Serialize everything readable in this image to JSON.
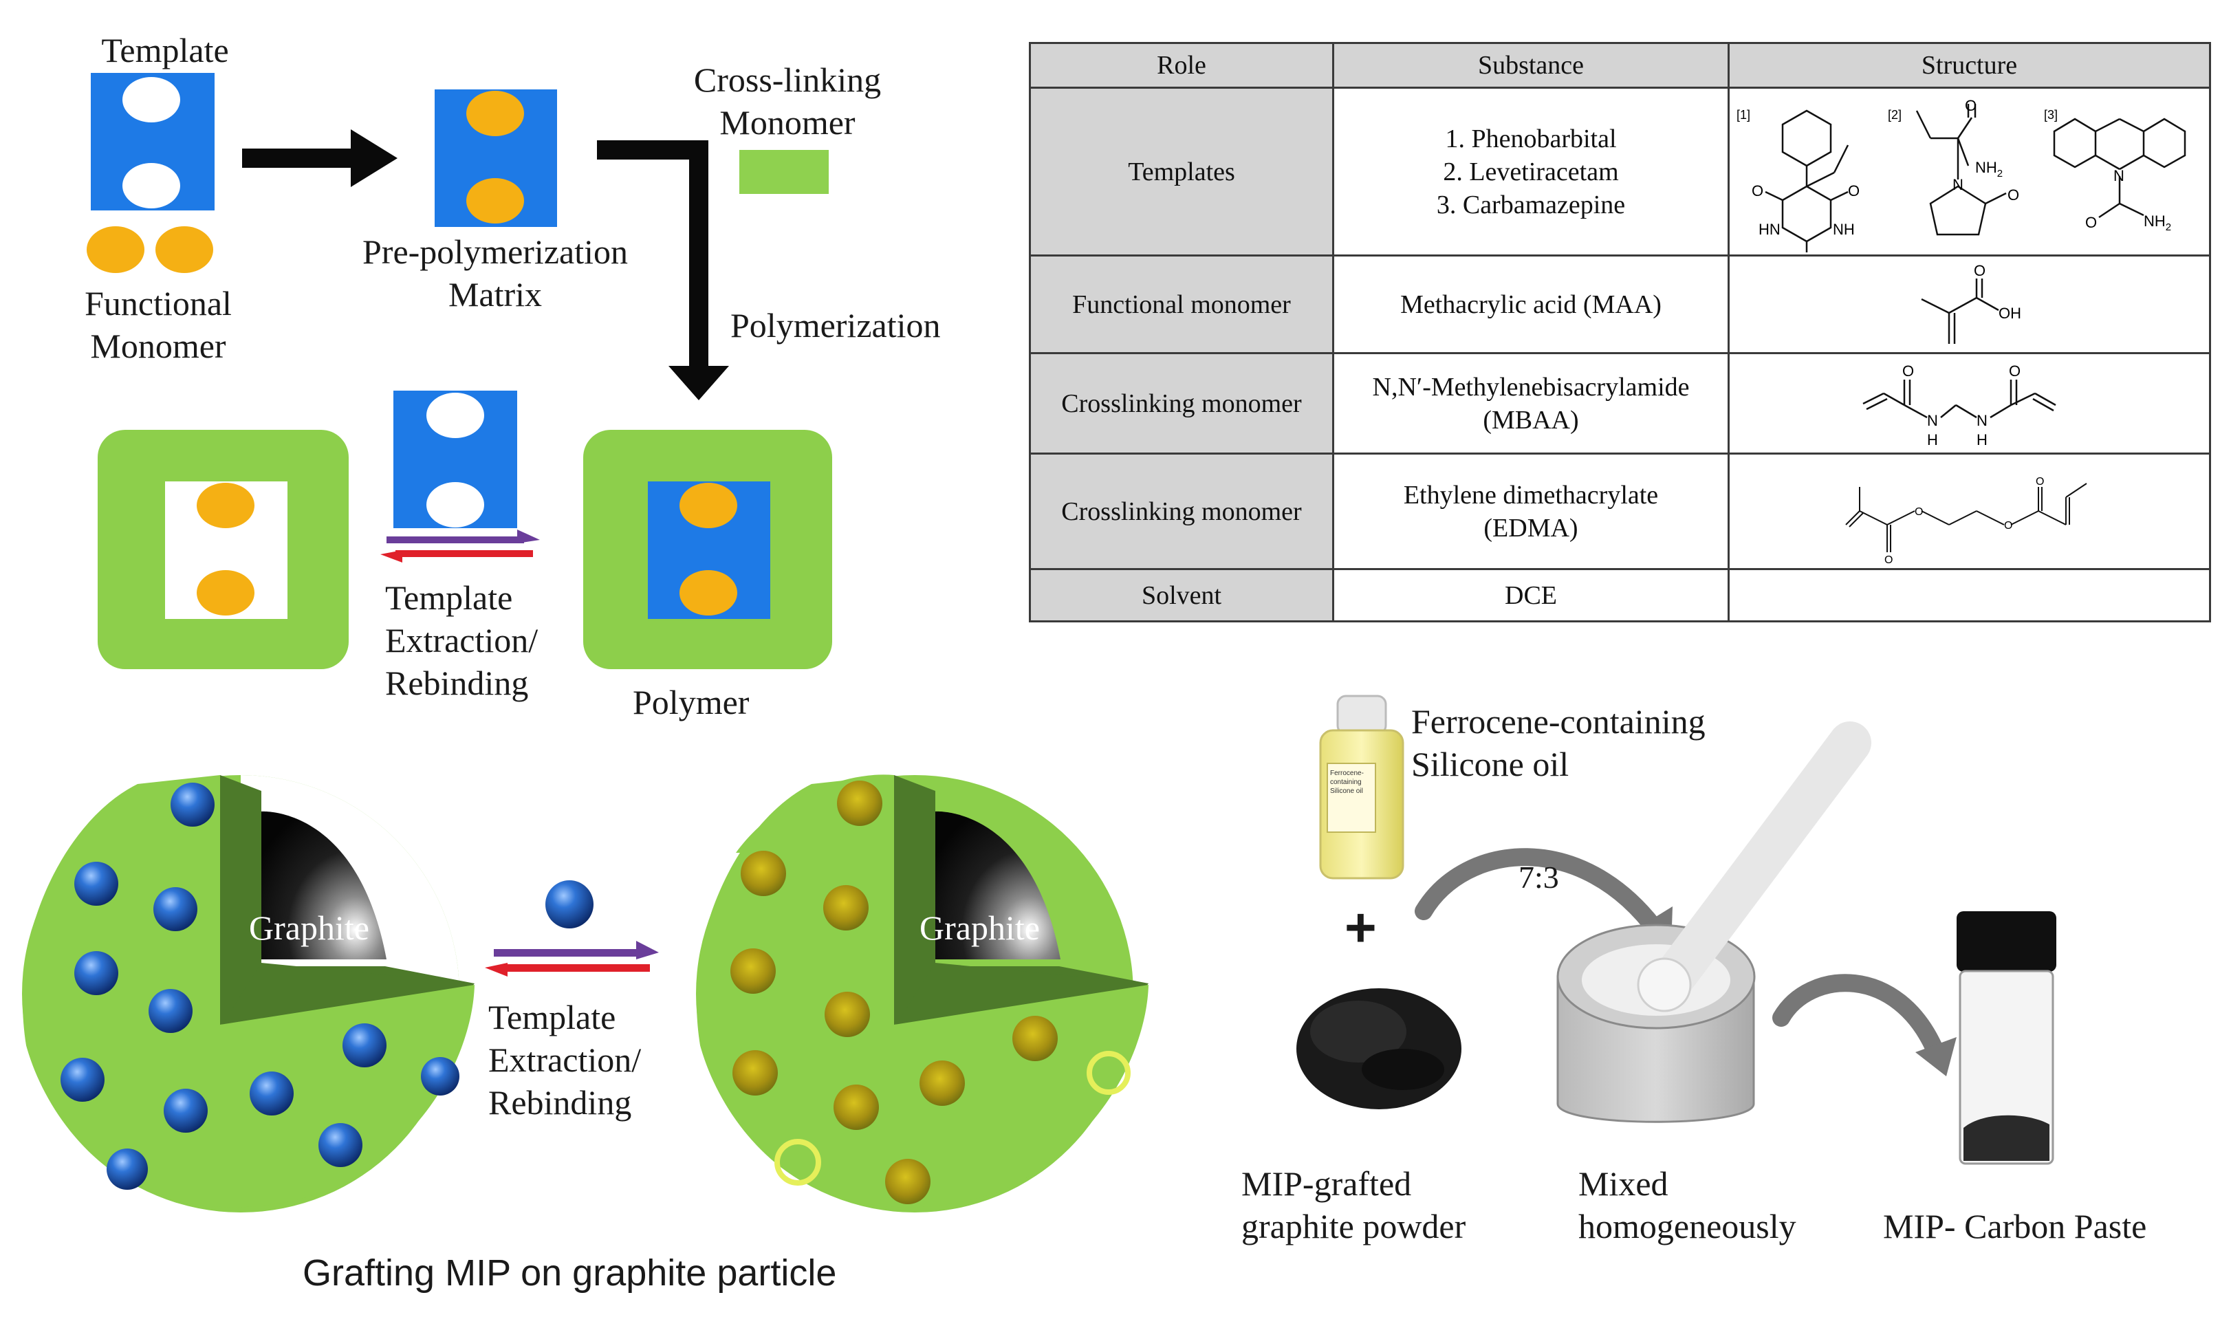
{
  "colors": {
    "template_blue": "#1e7ae6",
    "monomer_orange": "#f5b014",
    "polymer_green": "#8dcf4b",
    "crosslink_green": "#8fd14f",
    "arrow_black": "#0a0a0a",
    "arrow_red": "#e0202a",
    "arrow_purple": "#6a3d9a",
    "table_header_gray": "#d4d4d4"
  },
  "scheme": {
    "template": "Template",
    "functional_monomer": [
      "Functional",
      "Monomer"
    ],
    "pre_polymerization": [
      "Pre-polymerization",
      "Matrix"
    ],
    "crosslinking_monomer": [
      "Cross-linking",
      "Monomer"
    ],
    "polymerization": "Polymerization",
    "extraction": [
      "Template",
      "Extraction/",
      "Rebinding"
    ],
    "polymer": "Polymer"
  },
  "grafting": {
    "core_label": "Graphite",
    "extraction": [
      "Template",
      "Extraction/",
      "Rebinding"
    ],
    "caption": "Grafting MIP on graphite particle"
  },
  "paste": {
    "oil": [
      "Ferrocene-containing",
      "Silicone oil"
    ],
    "bottle_label": [
      "Ferrocene-",
      "containing",
      "Silicone oil"
    ],
    "plus": "+",
    "ratio": "7:3",
    "powder": [
      "MIP-grafted",
      "graphite powder"
    ],
    "mixed": [
      "Mixed",
      "homogeneously"
    ],
    "product": "MIP- Carbon Paste"
  },
  "table": {
    "headers": [
      "Role",
      "Substance",
      "Structure"
    ],
    "rows": [
      {
        "role": "Templates",
        "substance": [
          "1. Phenobarbital",
          "2. Levetiracetam",
          "3. Carbamazepine"
        ],
        "structure": "templates-structures",
        "refs": [
          "[1]",
          "[2]",
          "[3]"
        ]
      },
      {
        "role": "Functional monomer",
        "substance": [
          "Methacrylic acid (MAA)"
        ],
        "structure": "maa-structure"
      },
      {
        "role": "Crosslinking monomer",
        "substance": [
          "N,N′-Methylenebisacrylamide",
          "(MBAA)"
        ],
        "structure": "mbaa-structure"
      },
      {
        "role": "Crosslinking monomer",
        "substance": [
          "Ethylene dimethacrylate",
          "(EDMA)"
        ],
        "structure": "edma-structure"
      },
      {
        "role": "Solvent",
        "substance": [
          "DCE"
        ],
        "structure": ""
      }
    ],
    "atoms": {
      "O": "O",
      "NH": "NH",
      "HN": "HN",
      "NH2": "NH",
      "N": "N",
      "OH": "OH",
      "H": "H",
      "sub2": "2"
    }
  }
}
